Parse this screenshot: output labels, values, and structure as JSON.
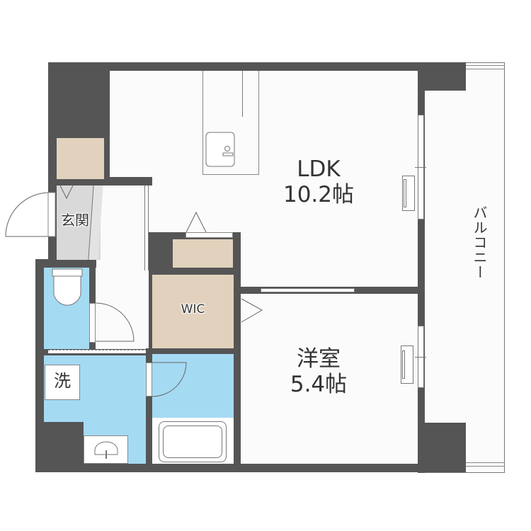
{
  "floorplan": {
    "rooms": {
      "ldk": {
        "name": "LDK",
        "size": "10.2帖"
      },
      "western_room": {
        "name": "洋室",
        "size": "5.4帖"
      },
      "entrance": {
        "name": "玄関"
      },
      "wic": {
        "name": "WIC"
      },
      "washroom": {
        "name": "洗"
      },
      "balcony": {
        "name": "バルコニー"
      }
    },
    "colors": {
      "wall": "#555555",
      "wet_area": "#a5daf3",
      "storage": "#e2d2bd",
      "entrance": "#d9d9d9",
      "floor": "#fbfbfb"
    }
  }
}
